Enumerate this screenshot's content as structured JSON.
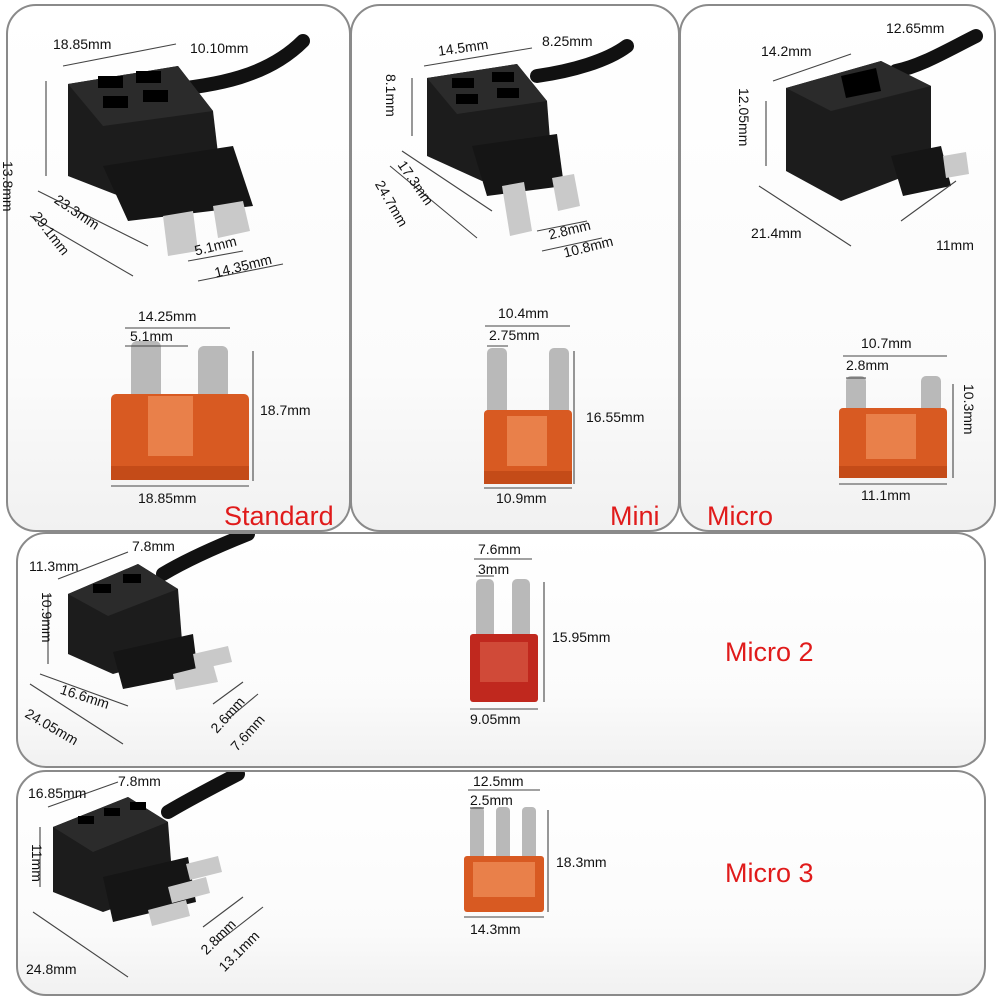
{
  "fuse_types": [
    {
      "name": "Standard",
      "holder_dims": [
        "18.85mm",
        "10.10mm",
        "13.8mm",
        "23.3mm",
        "29.1mm",
        "5.1mm",
        "14.35mm"
      ],
      "fuse_dims": [
        "14.25mm",
        "5.1mm",
        "18.7mm",
        "18.85mm"
      ]
    },
    {
      "name": "Mini",
      "holder_dims": [
        "14.5mm",
        "8.25mm",
        "8.1mm",
        "17.3mm",
        "24.7mm",
        "2.8mm",
        "10.8mm"
      ],
      "fuse_dims": [
        "10.4mm",
        "2.75mm",
        "16.55mm",
        "10.9mm"
      ]
    },
    {
      "name": "Micro",
      "holder_dims": [
        "14.2mm",
        "12.65mm",
        "12.05mm",
        "21.4mm",
        "11mm"
      ],
      "fuse_dims": [
        "10.7mm",
        "2.8mm",
        "10.3mm",
        "11.1mm"
      ]
    },
    {
      "name": "Micro 2",
      "holder_dims": [
        "7.8mm",
        "11.3mm",
        "10.9mm",
        "16.6mm",
        "24.05mm",
        "2.6mm",
        "7.6mm"
      ],
      "fuse_dims": [
        "7.6mm",
        "3mm",
        "15.95mm",
        "9.05mm"
      ]
    },
    {
      "name": "Micro 3",
      "holder_dims": [
        "16.85mm",
        "7.8mm",
        "11mm",
        "24.8mm",
        "2.8mm",
        "13.1mm"
      ],
      "fuse_dims": [
        "12.5mm",
        "2.5mm",
        "18.3mm",
        "14.3mm"
      ]
    }
  ],
  "colors": {
    "label_red": "#e01b1b",
    "fuse_body": "#d85a22",
    "fuse_body_micro2": "#c0281e",
    "terminal": "#b9b9b9",
    "holder_body": "#1c1c1c"
  }
}
